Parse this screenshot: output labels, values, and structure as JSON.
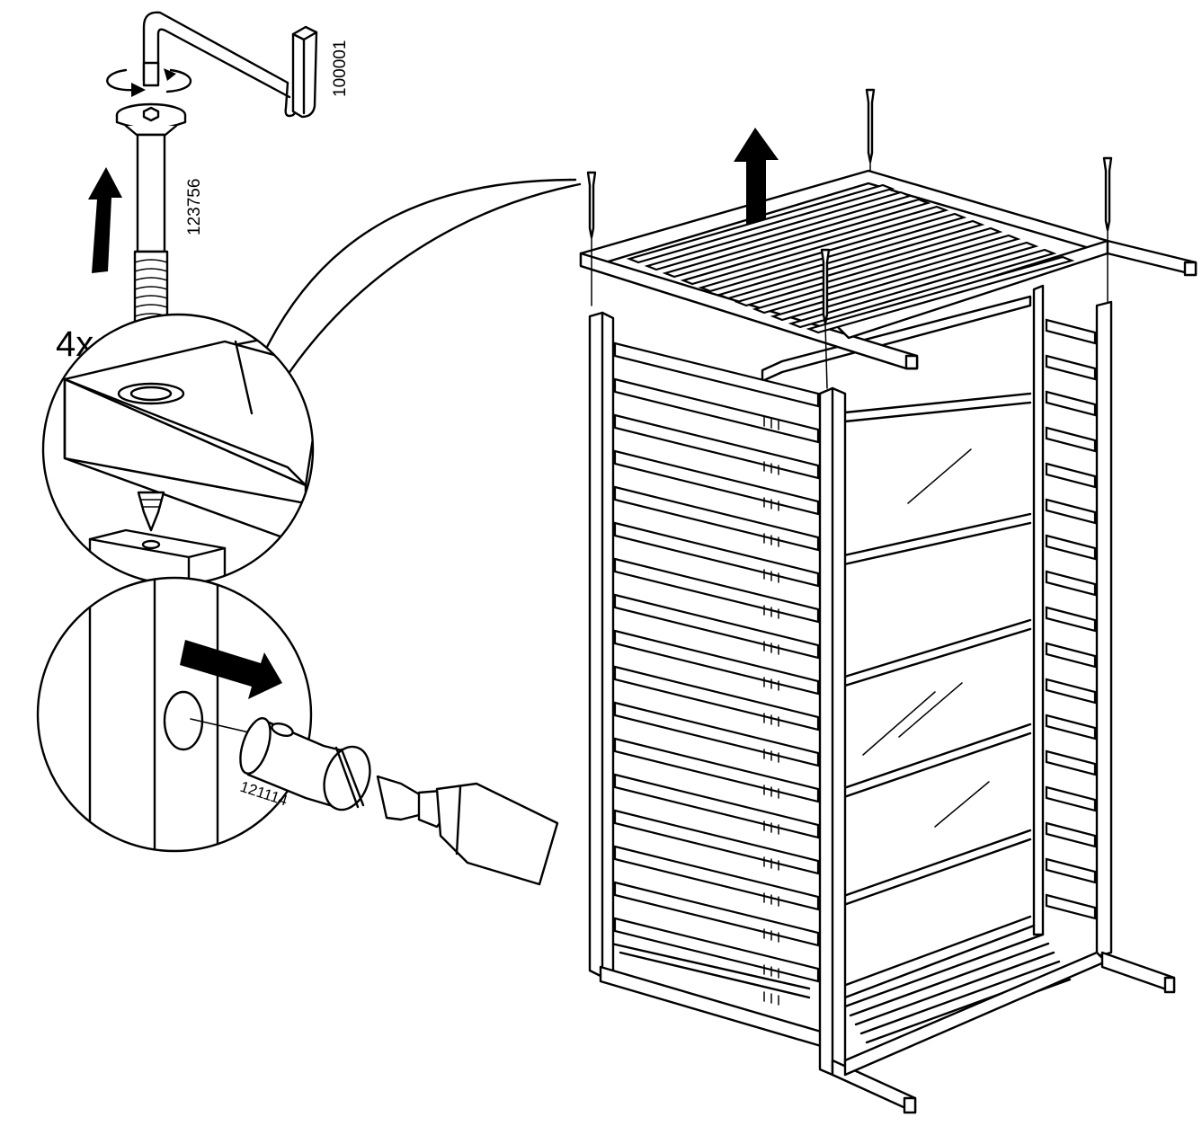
{
  "labels": {
    "quantity": "4x",
    "part_allen_key": "100001",
    "part_bolt": "123756",
    "part_barrel_nut": "121114"
  },
  "icons": {
    "arrow_up_bolt": "arrow-up-icon",
    "arrow_up_top": "arrow-up-icon",
    "arrow_right": "arrow-right-icon",
    "rotate": "rotate-arrows-icon"
  },
  "colors": {
    "ink": "#000000",
    "paper": "#ffffff"
  }
}
